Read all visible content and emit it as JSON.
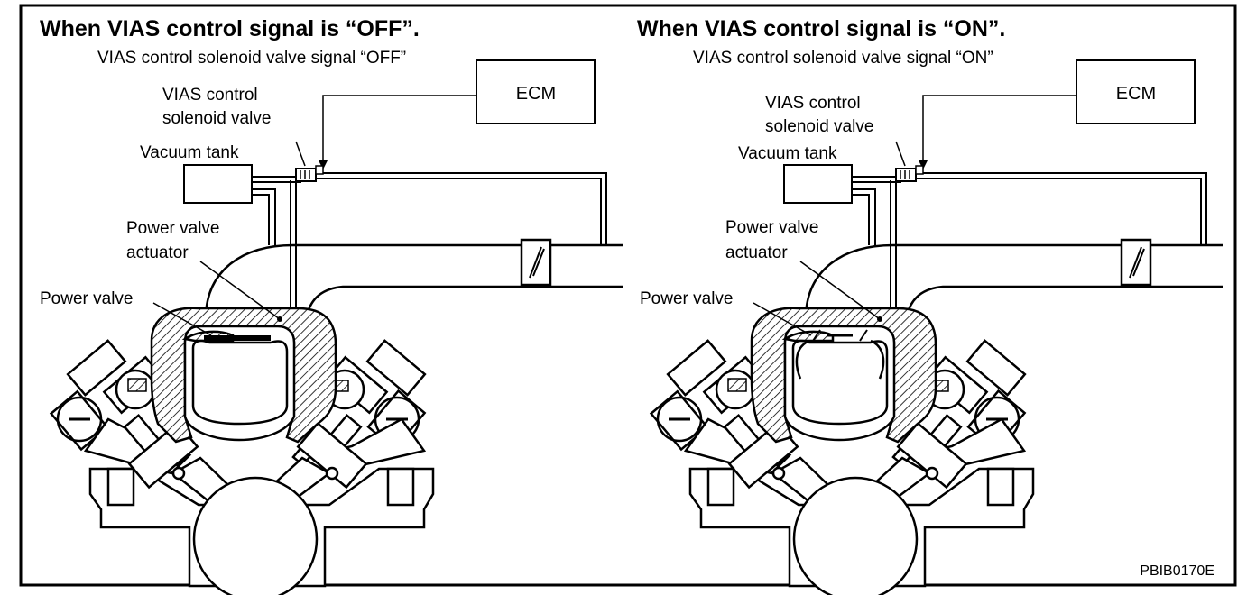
{
  "left": {
    "title": "When VIAS control signal is “OFF”.",
    "signal_label": "VIAS control solenoid valve signal “OFF”",
    "ecm": "ECM",
    "solenoid_line1": "VIAS control",
    "solenoid_line2": "solenoid valve",
    "vacuum_tank": "Vacuum tank",
    "actuator_line1": "Power valve",
    "actuator_line2": "actuator",
    "power_valve": "Power valve",
    "valve_state": "closed"
  },
  "right": {
    "title": "When VIAS control signal is “ON”.",
    "signal_label": "VIAS control solenoid valve signal “ON”",
    "ecm": "ECM",
    "solenoid_line1": "VIAS control",
    "solenoid_line2": "solenoid valve",
    "vacuum_tank": "Vacuum tank",
    "actuator_line1": "Power valve",
    "actuator_line2": "actuator",
    "power_valve": "Power valve",
    "valve_state": "open"
  },
  "figure_code": "PBIB0170E"
}
